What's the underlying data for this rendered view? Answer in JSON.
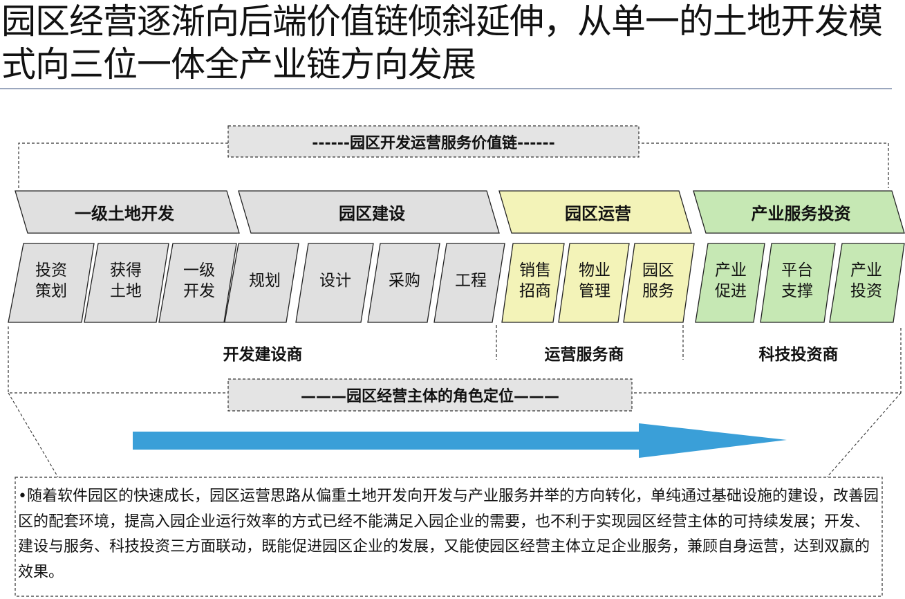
{
  "title": "园区经营逐渐向后端价值链倾斜延伸，从单一的土地开发模式向三位一体全产业链方向发展",
  "top_banner": "------园区开发运营服务价值链------",
  "phases": [
    {
      "label": "一级土地开发"
    },
    {
      "label": "园区建设"
    },
    {
      "label": "园区运营"
    },
    {
      "label": "产业服务投资"
    }
  ],
  "steps": [
    {
      "label": "投资\n策划"
    },
    {
      "label": "获得\n土地"
    },
    {
      "label": "一级\n开发"
    },
    {
      "label": "规划"
    },
    {
      "label": "设计"
    },
    {
      "label": "采购"
    },
    {
      "label": "工程"
    },
    {
      "label": "销售\n招商"
    },
    {
      "label": "物业\n管理"
    },
    {
      "label": "园区\n服务"
    },
    {
      "label": "产业\n促进"
    },
    {
      "label": "平台\n支撑"
    },
    {
      "label": "产业\n投资"
    }
  ],
  "roles": [
    {
      "label": "开发建设商"
    },
    {
      "label": "运营服务商"
    },
    {
      "label": "科技投资商"
    }
  ],
  "bottom_banner": "———园区经营主体的角色定位———",
  "description": "•随着软件园区的快速成长，园区运营思路从偏重土地开发向开发与产业服务并举的方向转化，单纯通过基础设施的建设，改善园区的配套环境，提高入园企业运行效率的方式已经不能满足入园企业的需要，也不利于实现园区经营主体的可持续发展；开发、建设与服务、科技投资三方面联动，既能促进园区企业的发展，又能使园区经营主体立足企业服务，兼顾自身运营，达到双赢的效果。",
  "colors": {
    "gray_fill": "#e0e0e0",
    "yellow_fill": "#f3f3b8",
    "green_fill": "#c6e8b4",
    "arrow": "#3a9fd8",
    "rule": "#1f3a6e"
  }
}
